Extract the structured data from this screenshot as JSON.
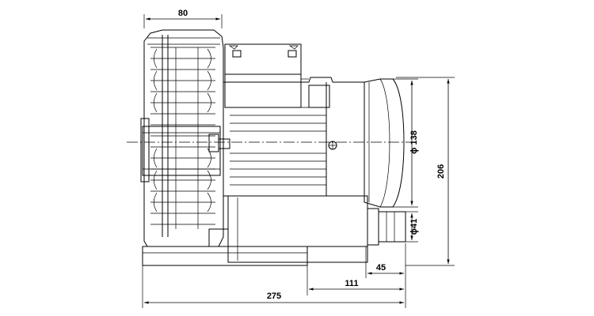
{
  "drawing": {
    "dimensions": {
      "width_top": "80",
      "diameter_outlet": "ϕ 138",
      "height_total": "206",
      "diameter_port": "ϕ41",
      "port_length": "45",
      "overhang": "111",
      "length_total": "275"
    }
  }
}
